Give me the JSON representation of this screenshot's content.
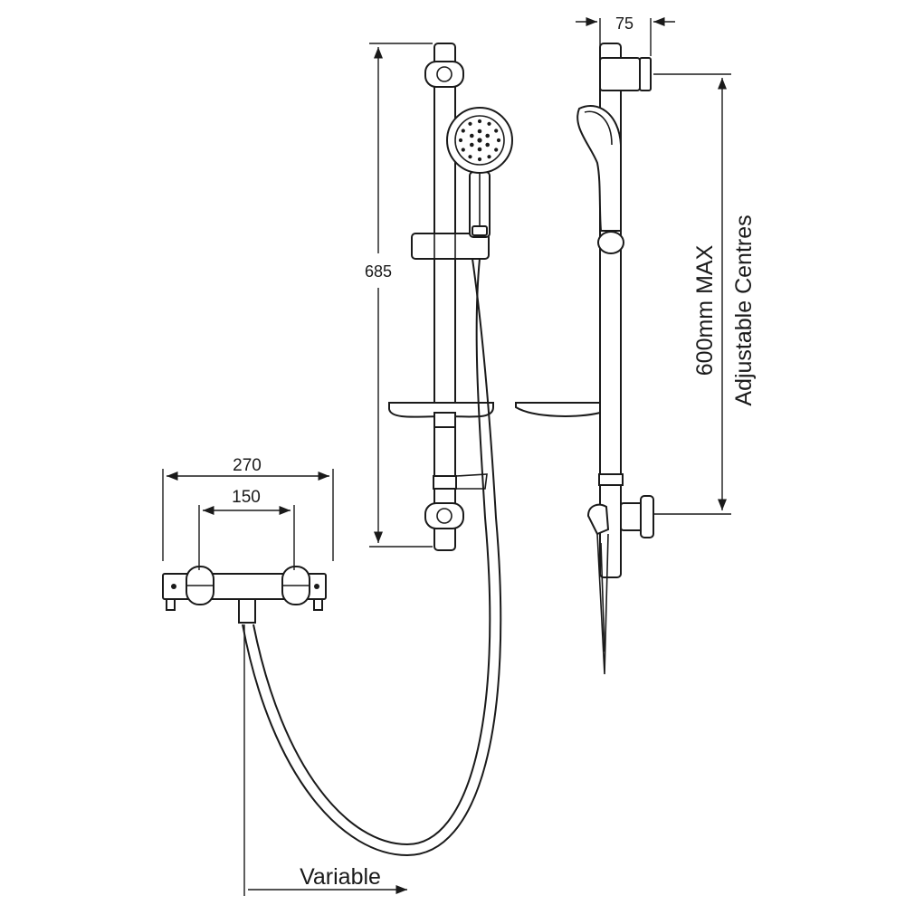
{
  "colors": {
    "line": "#1a1a1a",
    "background": "#ffffff"
  },
  "dimensions": {
    "bar_length": "685",
    "valve_width": "270",
    "valve_centres": "150",
    "wall_offset": "75",
    "adjustable_value": "600mm MAX",
    "adjustable_caption": "Adjustable Centres",
    "hose_length": "Variable"
  }
}
